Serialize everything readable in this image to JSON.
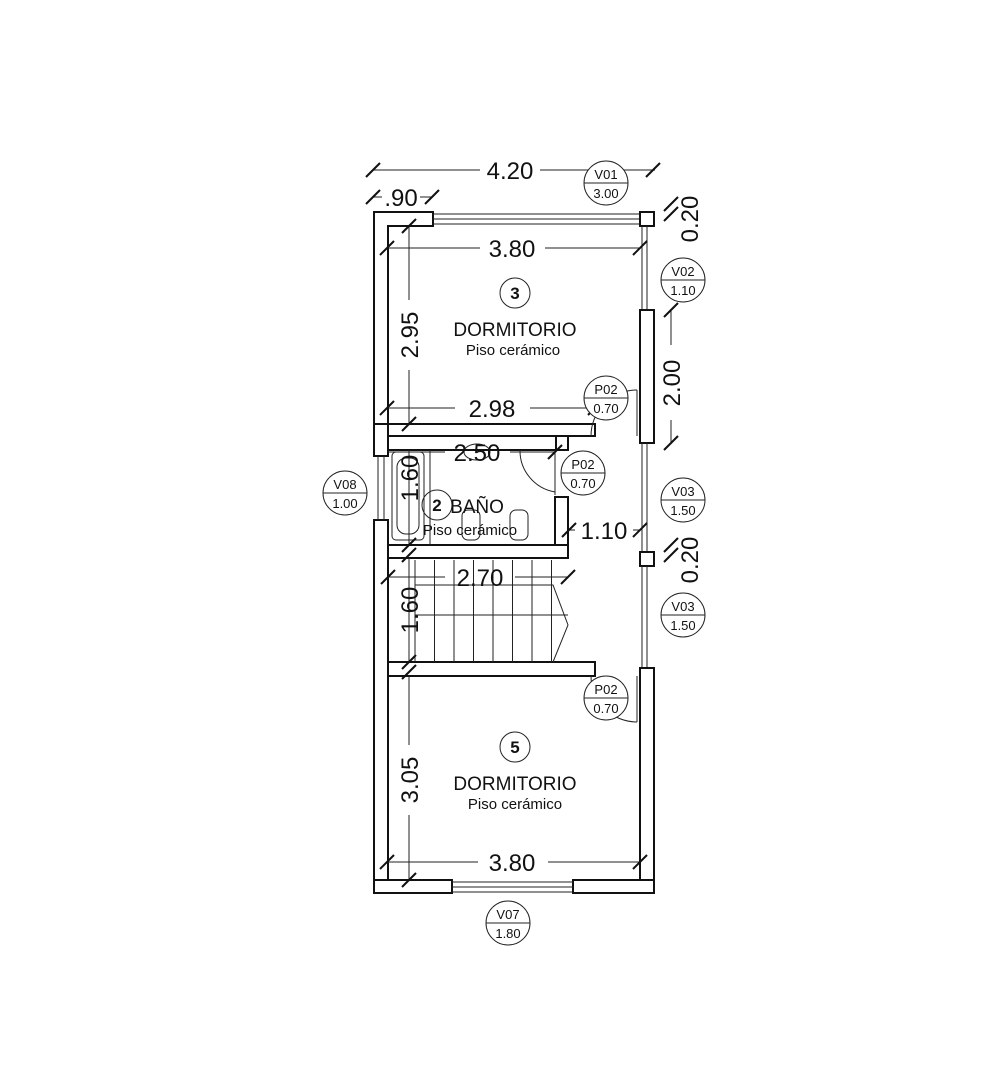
{
  "dimensions": {
    "total_width": "4.20",
    "left_offset": ".90",
    "dorm3_width": "3.80",
    "dorm3_depth": "2.95",
    "dorm3_inner": "2.98",
    "top_pier": "0.20",
    "right_wall_segment": "2.00",
    "bath_width": "2.50",
    "bath_depth": "1.60",
    "hall_width": "1.10",
    "middle_pier": "0.20",
    "stair_width": "2.70",
    "stair_depth": "1.60",
    "dorm5_depth": "3.05",
    "dorm5_width": "3.80"
  },
  "openings": [
    {
      "code": "V01",
      "size": "3.00"
    },
    {
      "code": "V02",
      "size": "1.10"
    },
    {
      "code": "P02",
      "size": "0.70"
    },
    {
      "code": "P02",
      "size": "0.70"
    },
    {
      "code": "V08",
      "size": "1.00"
    },
    {
      "code": "V03",
      "size": "1.50"
    },
    {
      "code": "V03",
      "size": "1.50"
    },
    {
      "code": "P02",
      "size": "0.70"
    },
    {
      "code": "V07",
      "size": "1.80"
    }
  ],
  "rooms": [
    {
      "number": "3",
      "name": "DORMITORIO",
      "floor": "Piso cerámico"
    },
    {
      "number": "2",
      "name": "BAÑO",
      "floor": "Piso cerámico"
    },
    {
      "number": "5",
      "name": "DORMITORIO",
      "floor": "Piso cerámico"
    }
  ]
}
